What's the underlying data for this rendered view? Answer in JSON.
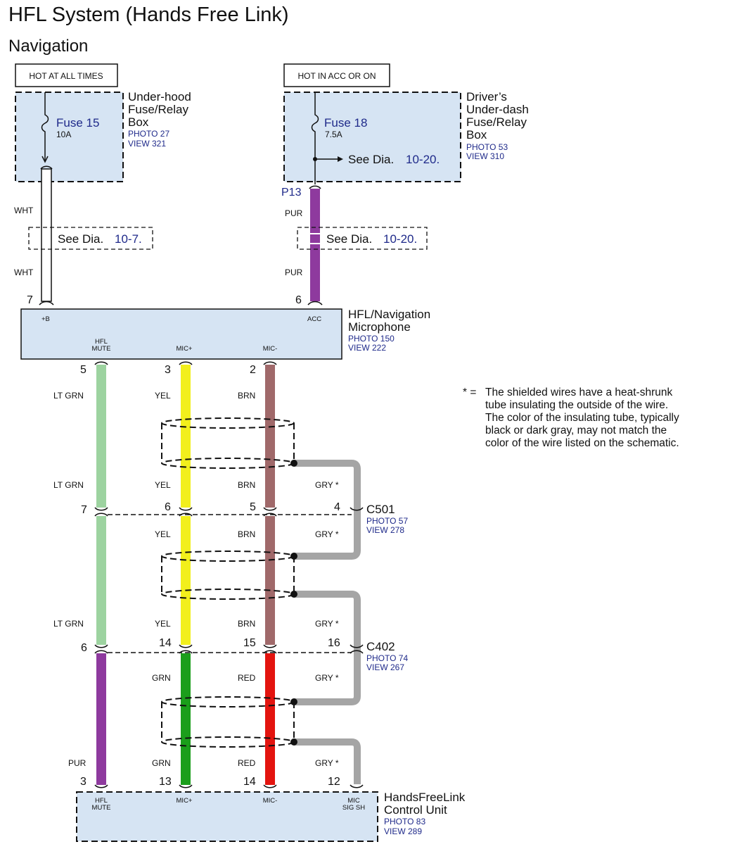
{
  "title": "HFL System (Hands Free Link)",
  "subtitle": "Navigation",
  "power": {
    "left_label": "HOT AT ALL TIMES",
    "right_label": "HOT IN ACC OR ON"
  },
  "fuse_boxes": [
    {
      "name_lines": [
        "Under-hood",
        "Fuse/Relay",
        "Box"
      ],
      "fuse": "Fuse 15",
      "rating": "10A",
      "photo": "PHOTO 27",
      "view": "VIEW 321"
    },
    {
      "name_lines": [
        "Driver’s",
        "Under-dash",
        "Fuse/Relay",
        "Box"
      ],
      "fuse": "Fuse 18",
      "rating": "7.5A",
      "photo": "PHOTO 53",
      "view": "VIEW 310",
      "branch_text": "See Dia.",
      "branch_ref": "10-20."
    }
  ],
  "connector_p13": "P13",
  "see_dia": [
    {
      "text": "See Dia.",
      "ref": "10-7."
    },
    {
      "text": "See Dia.",
      "ref": "10-20."
    }
  ],
  "upper_wires": [
    {
      "color_name": "WHT",
      "pin": "7",
      "terminal": "+B",
      "color": "#ffffff"
    },
    {
      "color_name": "PUR",
      "pin": "6",
      "terminal": "ACC",
      "color": "#8e3a9e"
    }
  ],
  "microphone": {
    "name_lines": [
      "HFL/Navigation",
      "Microphone"
    ],
    "photo": "PHOTO 150",
    "view": "VIEW 222",
    "terminals": [
      [
        "HFL",
        "MUTE"
      ],
      [
        "MIC+"
      ],
      [
        "MIC-"
      ]
    ],
    "pins": [
      "5",
      "3",
      "2"
    ]
  },
  "wire_segments": {
    "seg1": [
      {
        "name": "LT GRN",
        "color": "#9dd3a0"
      },
      {
        "name": "YEL",
        "color": "#f2ef1c"
      },
      {
        "name": "BRN",
        "color": "#a0696a"
      }
    ],
    "seg1_lower": [
      {
        "name": "LT GRN"
      },
      {
        "name": "YEL"
      },
      {
        "name": "BRN"
      },
      {
        "name": "GRY *"
      }
    ],
    "seg2": [
      {
        "name": "YEL"
      },
      {
        "name": "BRN"
      },
      {
        "name": "GRY *"
      }
    ],
    "seg3": [
      {
        "name": "LT GRN"
      },
      {
        "name": "YEL"
      },
      {
        "name": "BRN"
      },
      {
        "name": "GRY *"
      }
    ],
    "seg4": [
      {
        "name": "GRN",
        "color": "#1b9e1b"
      },
      {
        "name": "RED",
        "color": "#e3140f"
      },
      {
        "name": "GRY *",
        "color": "#a5a5a5"
      }
    ],
    "seg5": [
      {
        "name": "PUR",
        "color": "#8e3a9e"
      },
      {
        "name": "GRN"
      },
      {
        "name": "RED"
      },
      {
        "name": "GRY *"
      }
    ]
  },
  "connectors": [
    {
      "id": "C501",
      "photo": "PHOTO 57",
      "view": "VIEW 278",
      "pins": [
        "7",
        "6",
        "5",
        "4"
      ]
    },
    {
      "id": "C402",
      "photo": "PHOTO 74",
      "view": "VIEW 267",
      "pins": [
        "6",
        "14",
        "15",
        "16"
      ]
    }
  ],
  "control_unit": {
    "name_lines": [
      "HandsFreeLink",
      "Control Unit"
    ],
    "photo": "PHOTO 83",
    "view": "VIEW 289",
    "pins": [
      "3",
      "13",
      "14",
      "12"
    ],
    "terminals": [
      [
        "HFL",
        "MUTE"
      ],
      [
        "MIC+"
      ],
      [
        "MIC-"
      ],
      [
        "MIC",
        "SIG SH"
      ]
    ]
  },
  "note": {
    "mark": "* =",
    "lines": [
      "The shielded wires have a heat-shrunk",
      "tube insulating the outside of the wire.",
      "The color of the insulating tube, typically",
      "black or dark gray, may not match the",
      "color of the wire listed on the schematic."
    ]
  }
}
